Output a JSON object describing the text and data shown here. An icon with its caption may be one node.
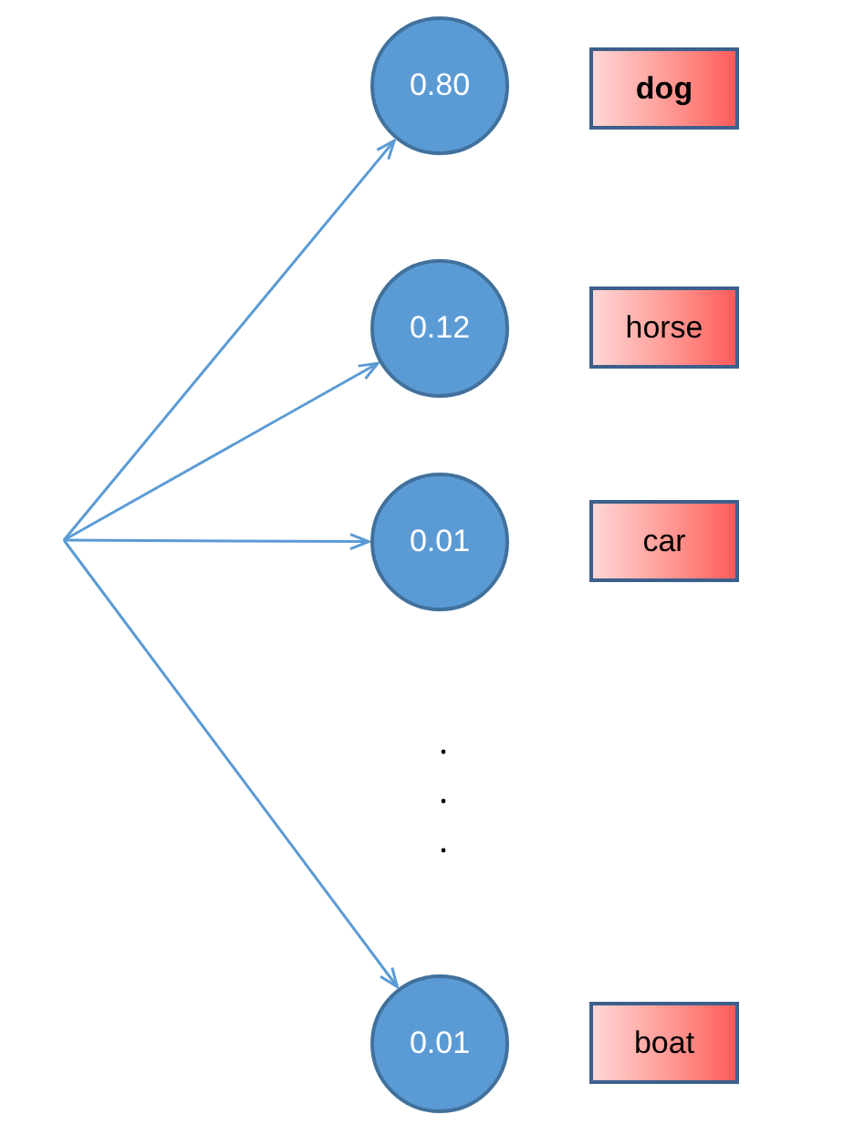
{
  "diagram": {
    "nodes": [
      {
        "text": [
          "0.80"
        ]
      },
      {
        "text": [
          "0.12"
        ]
      },
      {
        "text": [
          "0.01"
        ]
      },
      {
        "text": [
          "0.01"
        ]
      },
      {
        "text": [
          "**dog**"
        ]
      },
      {
        "text": [
          "horse"
        ]
      },
      {
        "text": [
          "car"
        ]
      },
      {
        "text": [
          "boat"
        ]
      }
    ],
    "edges": [
      {
        "from": null,
        "to": 0,
        "arrow": "to"
      },
      {
        "from": null,
        "to": 1,
        "arrow": "to"
      },
      {
        "from": null,
        "to": 2,
        "arrow": "to"
      },
      {
        "from": null,
        "to": 3,
        "arrow": "to"
      }
    ]
  }
}
